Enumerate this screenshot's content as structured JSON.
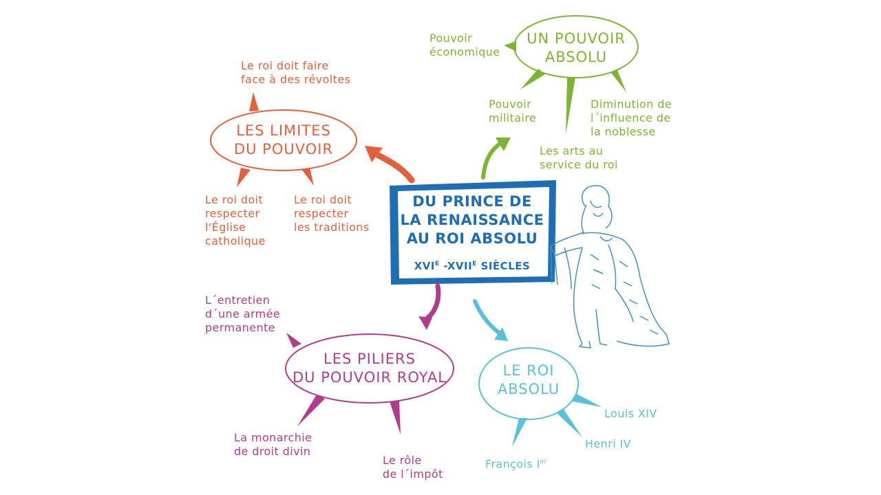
{
  "center": {
    "line1": "DU PRINCE DE",
    "line2": "LA RENAISSANCE",
    "line3": "AU ROI ABSOLU",
    "subtitle_a": "XVI",
    "subtitle_a_sup": "E",
    "subtitle_b": " -XVII",
    "subtitle_b_sup": "E",
    "subtitle_c": " SIÈCLES"
  },
  "limites": {
    "title_line1": "LES LIMITES",
    "title_line2": "DU POUVOIR",
    "branch_revoltes": [
      "Le roi doit faire",
      "face à des révoltes"
    ],
    "branch_eglise": [
      "Le roi doit",
      "respecter",
      "l'Église",
      "catholique"
    ],
    "branch_traditions": [
      "Le roi doit",
      "respecter",
      "les traditions"
    ]
  },
  "absolu_power": {
    "title_line1": "UN POUVOIR",
    "title_line2": "ABSOLU",
    "branch_economique": [
      "Pouvoir",
      "économique"
    ],
    "branch_militaire": [
      "Pouvoir",
      "militaire"
    ],
    "branch_noblesse": [
      "Diminution de",
      "l´influence de",
      "la noblesse"
    ],
    "branch_arts": [
      "Les arts au",
      "service du roi"
    ]
  },
  "piliers": {
    "title_line1": "LES PILIERS",
    "title_line2": "DU POUVOIR ROYAL",
    "branch_armee": [
      "L´entretien",
      "d´une armée",
      "permanente"
    ],
    "branch_monarchie": [
      "La monarchie",
      "de droit divin"
    ],
    "branch_impot": [
      "Le rôle",
      "de l´impôt"
    ]
  },
  "roi_absolu": {
    "title_line1": "LE ROI",
    "title_line2": "ABSOLU",
    "louis": "Louis XIV",
    "henri": "Henri IV",
    "francois": "François I",
    "francois_sup": "er"
  },
  "colors": {
    "orange": "#e5603a",
    "green": "#7db432",
    "purple": "#b23a8f",
    "cyan": "#59c0d9",
    "blue": "#1f6eb5"
  }
}
